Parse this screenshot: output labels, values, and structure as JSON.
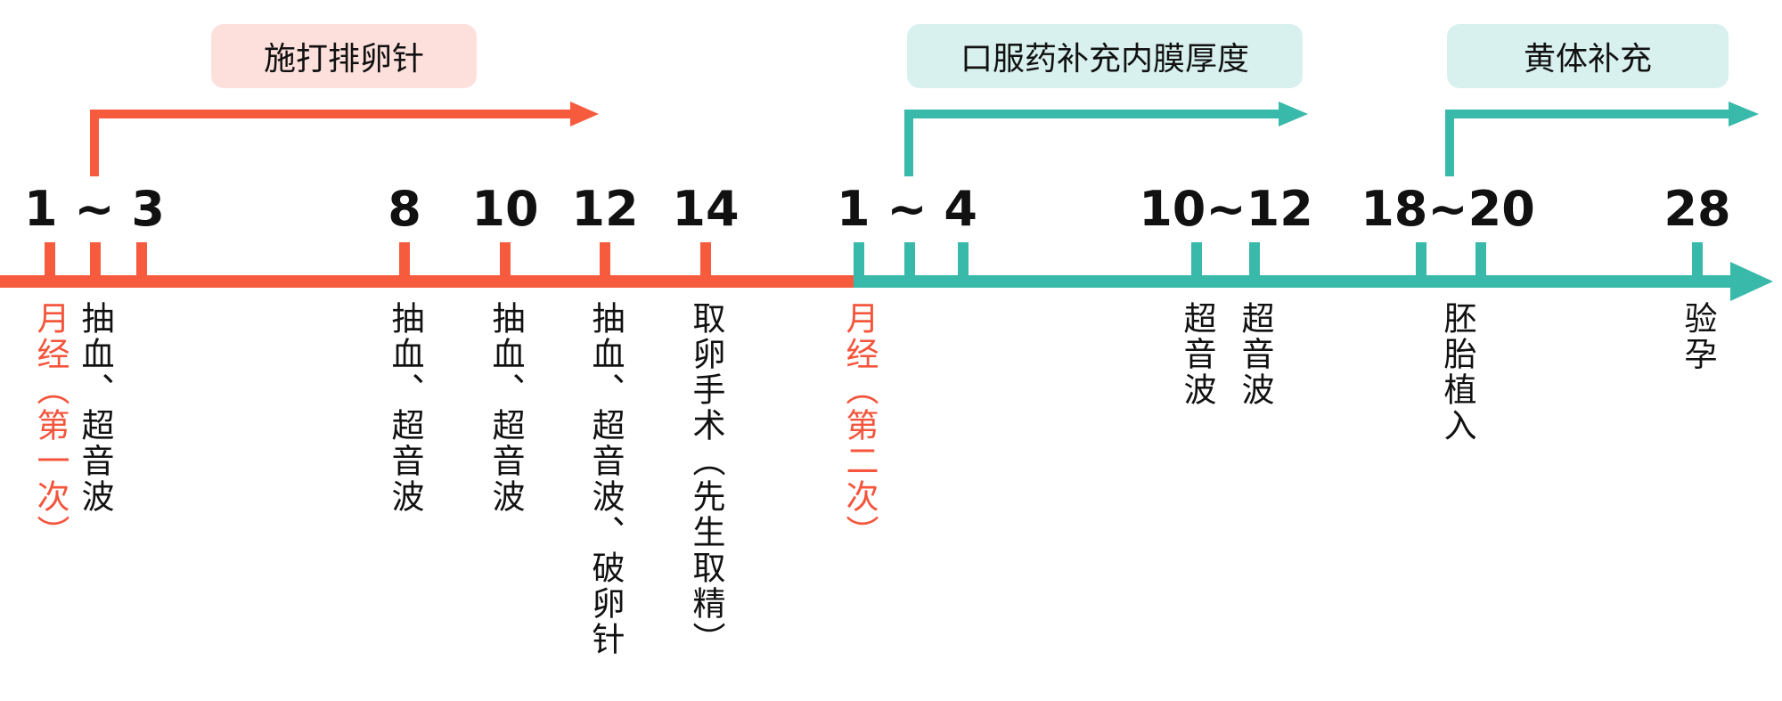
{
  "colors": {
    "phase1": "#f75b3e",
    "phase2": "#39b9aa",
    "pill_phase1": "#fde0dc",
    "pill_phase2": "#d8f1ee",
    "text": "#111111"
  },
  "phases": [
    {
      "label": "施打排卵针"
    },
    {
      "label": "口服药补充内膜厚度"
    },
    {
      "label": "黄体补充"
    }
  ],
  "cycle1": {
    "days": [
      "1 ~ 3",
      "8",
      "10",
      "12",
      "14"
    ],
    "events": [
      {
        "label": "月经（第一次）",
        "accent": true
      },
      {
        "label": "抽血、超音波"
      },
      {
        "label": "抽血、超音波"
      },
      {
        "label": "抽血、超音波"
      },
      {
        "label": "抽血、超音波、破卵针"
      },
      {
        "label": "取卵手术（先生取精）"
      }
    ]
  },
  "cycle2": {
    "days": [
      "1 ~ 4",
      "10~12",
      "18~20",
      "28"
    ],
    "events": [
      {
        "label": "月经（第二次）",
        "accent": true
      },
      {
        "label": "超音波"
      },
      {
        "label": "超音波"
      },
      {
        "label": "胚胎植入"
      },
      {
        "label": "验孕"
      }
    ]
  }
}
